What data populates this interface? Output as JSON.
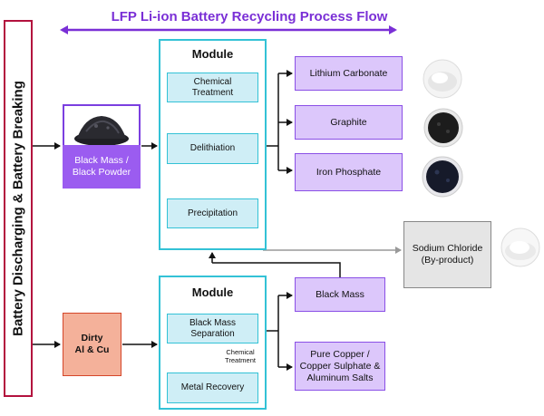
{
  "title": "LFP Li-ion Battery Recycling Process Flow",
  "left_bar": "Battery Discharging & Battery Breaking",
  "inputs": {
    "black_mass": [
      "Black Mass /",
      "Black Powder"
    ],
    "dirty": [
      "Dirty",
      "Al & Cu"
    ]
  },
  "module_top": {
    "title": "Module",
    "steps": [
      [
        "Chemical",
        "Treatment"
      ],
      [
        "Delithiation"
      ],
      [
        "Precipitation"
      ]
    ]
  },
  "module_bottom": {
    "title": "Module",
    "steps": [
      [
        "Black Mass",
        "Separation"
      ],
      [
        "Metal Recovery"
      ]
    ],
    "note": [
      "Chemical",
      "Treatment"
    ]
  },
  "products_top": [
    "Lithium Carbonate",
    "Graphite",
    "Iron Phosphate"
  ],
  "products_bottom": {
    "black_mass": "Black Mass",
    "copper": [
      "Pure Copper /",
      "Copper Sulphate &",
      "Aluminum Salts"
    ]
  },
  "byproduct": [
    "Sodium Chloride",
    "(By-product)"
  ],
  "colors": {
    "accent": "#7a2fd6",
    "module_border": "#33c2d6",
    "product_fill": "#dcc7fb",
    "dirty_fill": "#f4b19a",
    "left_bar_border": "#b3123e"
  }
}
